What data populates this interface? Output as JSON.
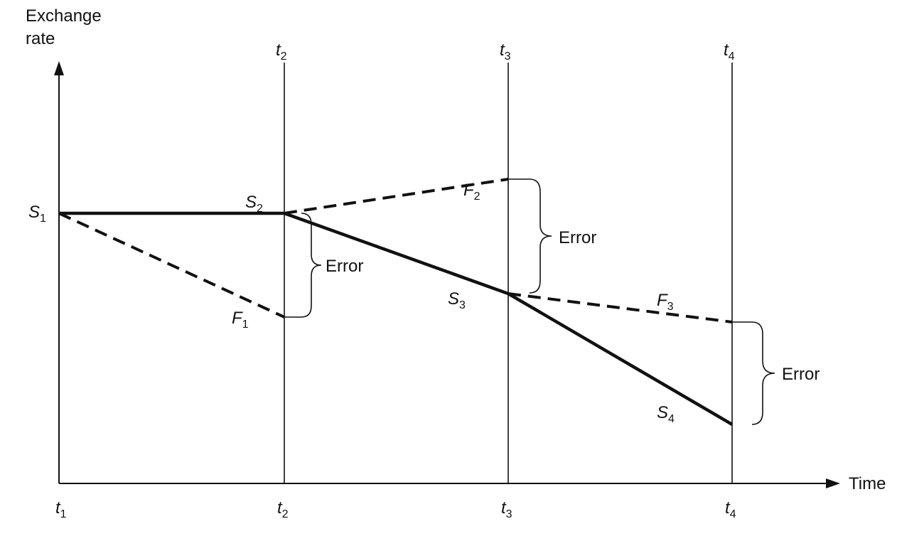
{
  "axes": {
    "y_label_line1": "Exchange",
    "y_label_line2": "rate",
    "x_label": "Time"
  },
  "time_labels": [
    {
      "base": "t",
      "sub": "1"
    },
    {
      "base": "t",
      "sub": "2"
    },
    {
      "base": "t",
      "sub": "3"
    },
    {
      "base": "t",
      "sub": "4"
    }
  ],
  "spot_labels": [
    {
      "base": "S",
      "sub": "1"
    },
    {
      "base": "S",
      "sub": "2"
    },
    {
      "base": "S",
      "sub": "3"
    },
    {
      "base": "S",
      "sub": "4"
    }
  ],
  "forward_labels": [
    {
      "base": "F",
      "sub": "1"
    },
    {
      "base": "F",
      "sub": "2"
    },
    {
      "base": "F",
      "sub": "3"
    }
  ],
  "error_label": "Error"
}
